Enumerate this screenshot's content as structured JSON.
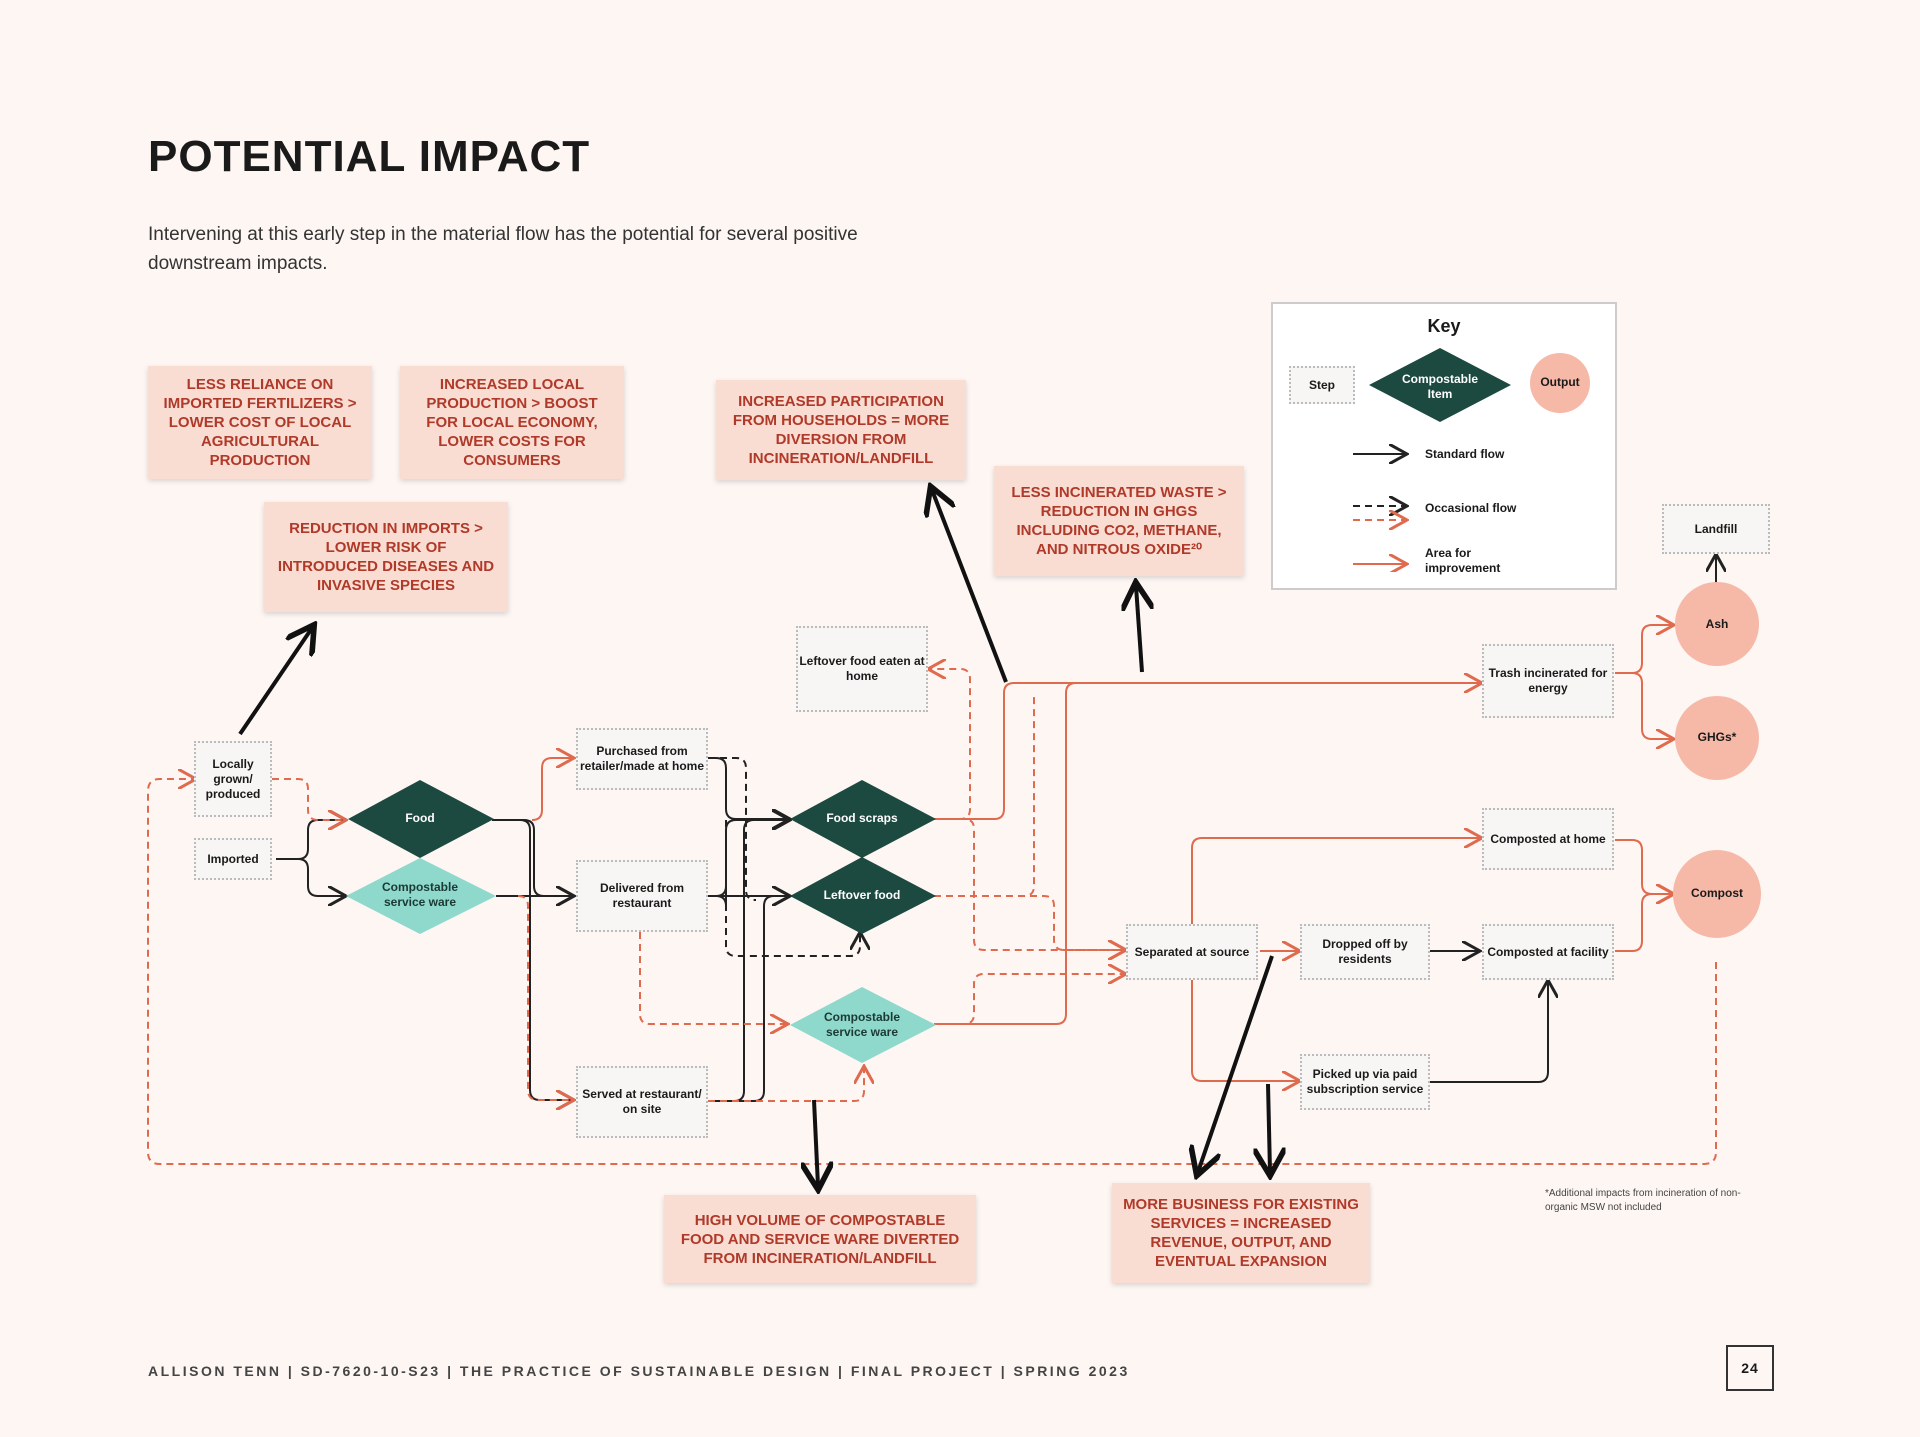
{
  "title": "POTENTIAL IMPACT",
  "intro": "Intervening at this early step in the material flow has the potential for several positive downstream impacts.",
  "impacts": {
    "fertilizers": "LESS RELIANCE ON IMPORTED FERTILIZERS > LOWER COST OF LOCAL AGRICULTURAL PRODUCTION",
    "local_production": "INCREASED LOCAL PRODUCTION > BOOST FOR LOCAL ECONOMY, LOWER COSTS FOR CONSUMERS",
    "imports": "REDUCTION IN IMPORTS > LOWER RISK OF INTRODUCED DISEASES AND INVASIVE SPECIES",
    "participation": "INCREASED PARTICIPATION FROM HOUSEHOLDS = MORE DIVERSION FROM INCINERATION/LANDFILL",
    "incineration": "LESS INCINERATED WASTE > REDUCTION IN GHGS INCLUDING CO2, METHANE, AND NITROUS OXIDE²⁰",
    "volume": "HIGH VOLUME OF COMPOSTABLE FOOD AND SERVICE WARE DIVERTED FROM INCINERATION/LANDFILL",
    "business": "MORE BUSINESS FOR EXISTING SERVICES = INCREASED REVENUE, OUTPUT, AND EVENTUAL EXPANSION"
  },
  "key": {
    "title": "Key",
    "step": "Step",
    "item": "Compostable Item",
    "output": "Output",
    "standard": "Standard flow",
    "occasional": "Occasional flow",
    "improvement": "Area for improvement"
  },
  "nodes": {
    "locally": "Locally grown/ produced",
    "imported": "Imported",
    "food": "Food",
    "compostable_ware": "Compostable service ware",
    "purchased": "Purchased from retailer/made at home",
    "delivered": "Delivered from restaurant",
    "served": "Served at restaurant/ on site",
    "leftover_home": "Leftover food eaten at home",
    "food_scraps": "Food scraps",
    "leftover_food": "Leftover food",
    "compostable_ware2": "Compostable service ware",
    "separated": "Separated at source",
    "dropped": "Dropped off by residents",
    "picked": "Picked up via paid subscription service",
    "composted_home": "Composted at home",
    "composted_facility": "Composted at facility",
    "trash": "Trash incinerated for energy",
    "landfill": "Landfill",
    "ash": "Ash",
    "ghgs": "GHGs*",
    "compost": "Compost"
  },
  "footnote": "*Additional impacts from incineration of non-organic MSW not included",
  "footer": "ALLISON TENN | SD-7620-10-S23 | THE PRACTICE OF SUSTAINABLE DESIGN | FINAL PROJECT | SPRING 2023",
  "page_number": "24",
  "colors": {
    "accent": "#e06a4e",
    "dark_item": "#1c4a40",
    "teal_item": "#8fd8cc",
    "output": "#f6b9a8",
    "impact_bg": "#f9ddd3",
    "impact_text": "#b03a2a"
  }
}
